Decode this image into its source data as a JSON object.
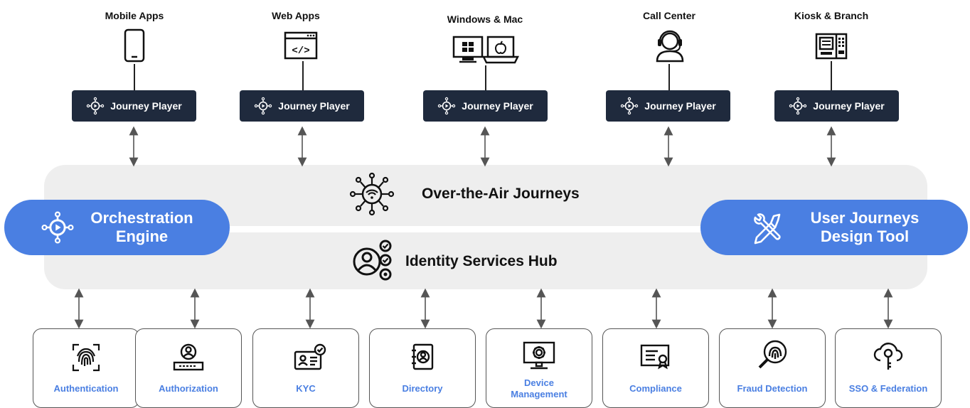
{
  "channels": [
    {
      "label": "Mobile Apps",
      "icon": "mobile-phone-icon"
    },
    {
      "label": "Web Apps",
      "icon": "web-browser-code-icon"
    },
    {
      "label": "Windows & Mac",
      "icon": "desktop-laptop-icon"
    },
    {
      "label": "Call Center",
      "icon": "headset-agent-icon"
    },
    {
      "label": "Kiosk & Branch",
      "icon": "kiosk-icon"
    }
  ],
  "player_label": "Journey Player",
  "hub": {
    "ota_title": "Over-the-Air Journeys",
    "identity_title": "Identity Services Hub",
    "orchestration_line1": "Orchestration",
    "orchestration_line2": "Engine",
    "design_line1": "User Journeys",
    "design_line2": "Design Tool"
  },
  "services": [
    {
      "label": "Authentication",
      "icon": "fingerprint-scan-icon"
    },
    {
      "label": "Authorization",
      "icon": "user-password-icon"
    },
    {
      "label": "KYC",
      "icon": "id-card-check-icon"
    },
    {
      "label": "Directory",
      "icon": "address-book-icon"
    },
    {
      "label_line1": "Device",
      "label_line2": "Management",
      "icon": "monitor-gear-icon"
    },
    {
      "label": "Compliance",
      "icon": "certificate-icon"
    },
    {
      "label": "Fraud Detection",
      "icon": "fingerprint-magnifier-icon"
    },
    {
      "label": "SSO & Federation",
      "icon": "cloud-key-icon"
    }
  ],
  "colors": {
    "accent": "#4a7fe2",
    "player_bg": "#1f2a3d",
    "band_bg": "#eeeeee"
  }
}
